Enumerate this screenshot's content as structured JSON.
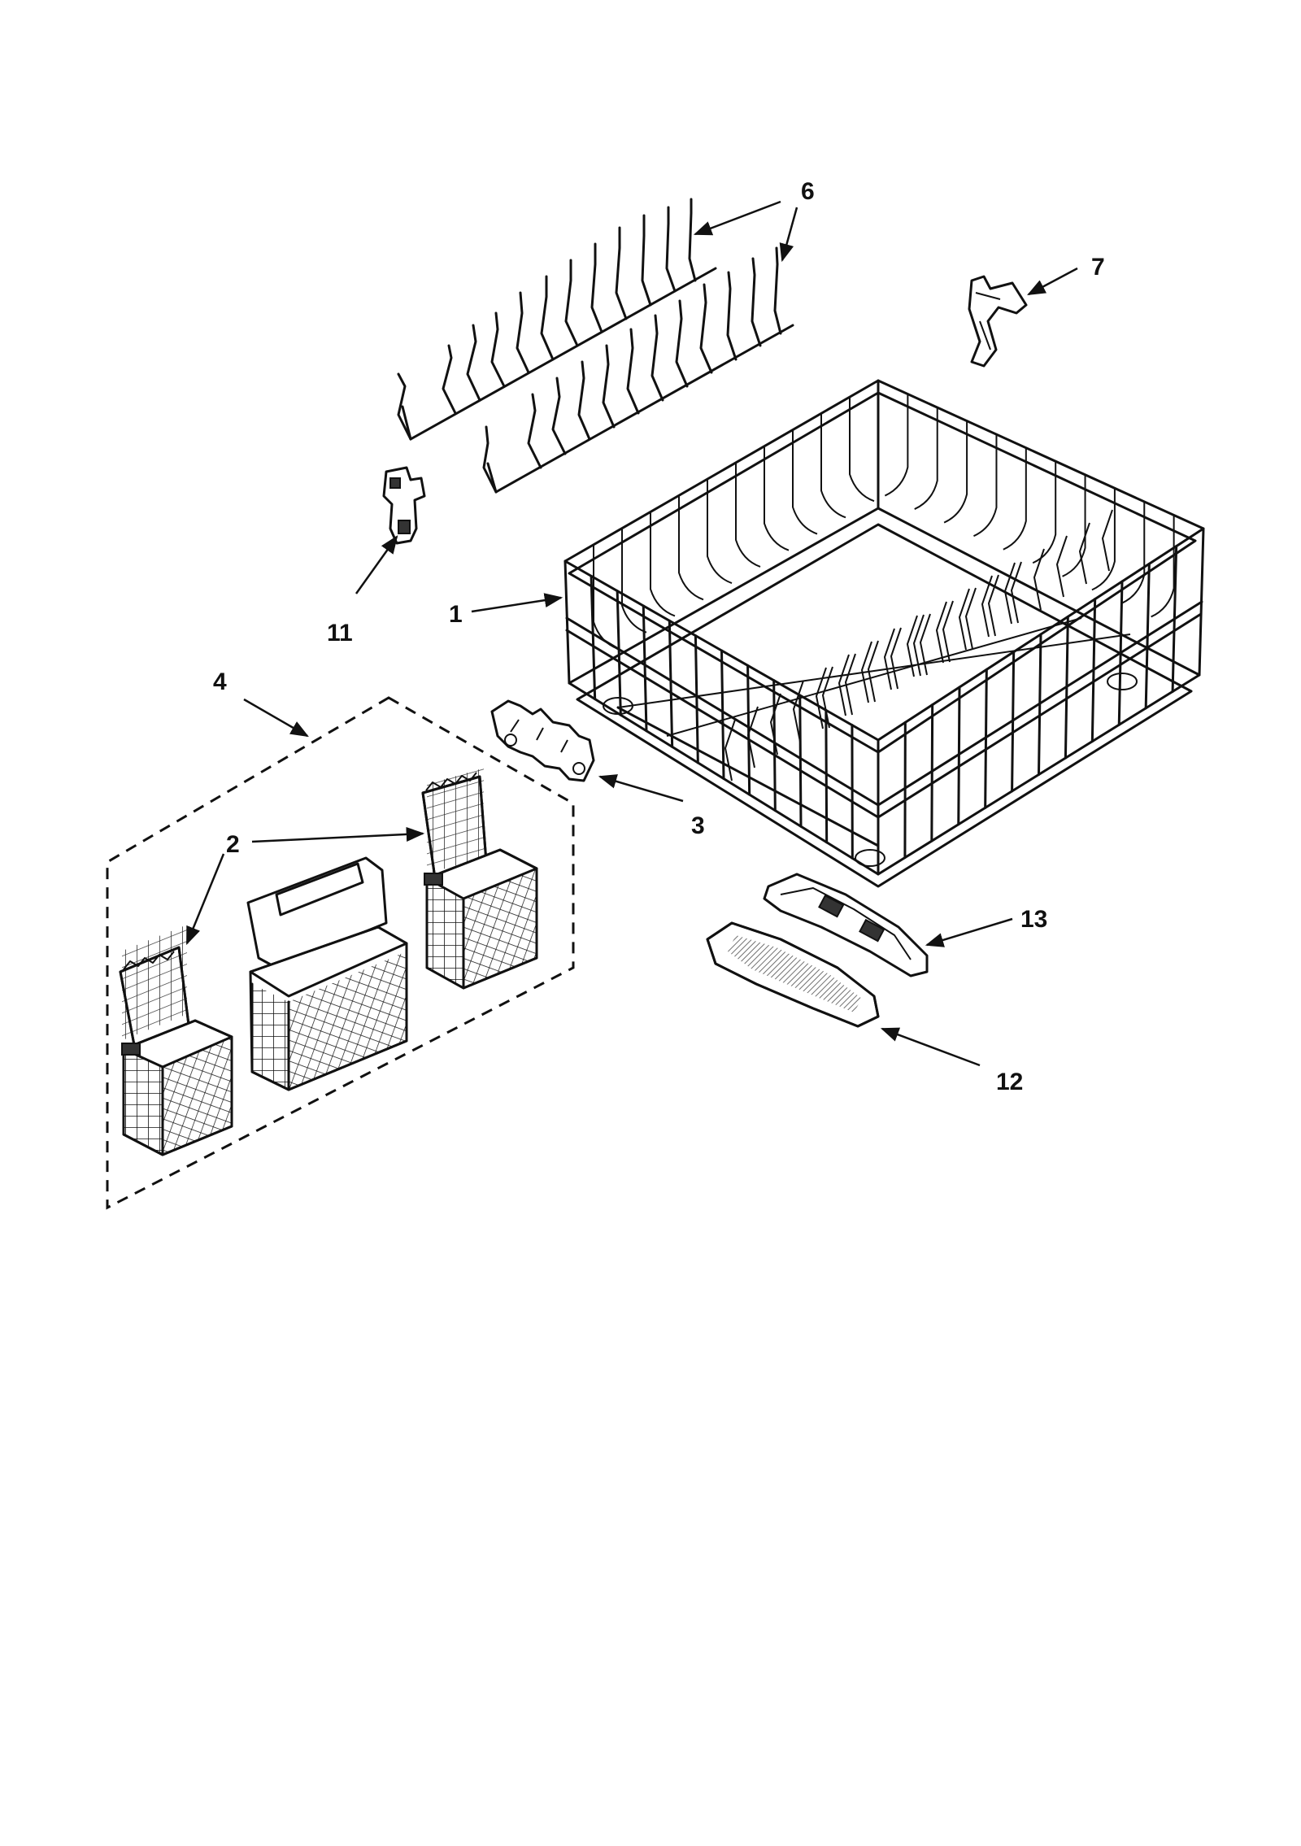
{
  "callouts": {
    "c1": "1",
    "c2": "2",
    "c3": "3",
    "c4": "4",
    "c6": "6",
    "c7": "7",
    "c11": "11",
    "c12": "12",
    "c13": "13"
  },
  "colors": {
    "ink": "#111111",
    "background": "#ffffff"
  }
}
